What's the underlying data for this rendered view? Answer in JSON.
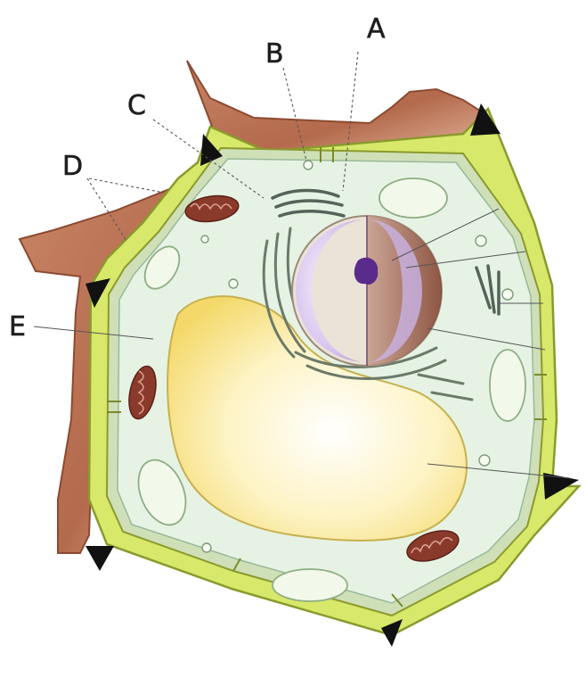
{
  "labels": {
    "a": "A",
    "b": "B",
    "c": "C",
    "d": "D",
    "e": "E"
  },
  "colors": {
    "cell_wall": "#d8e86a",
    "cell_wall_edge": "#9aa83a",
    "middle_lamella": "#111111",
    "neighbor_cell": "#b86a4e",
    "cytoplasm": "#e4f2e2",
    "vacuole": "#fbeaa0",
    "nucleus": "#d9c4f0",
    "nucleolus": "#5a2b8a",
    "mitochondrion": "#8a3a2a",
    "chloroplast": "#eef7e6"
  }
}
